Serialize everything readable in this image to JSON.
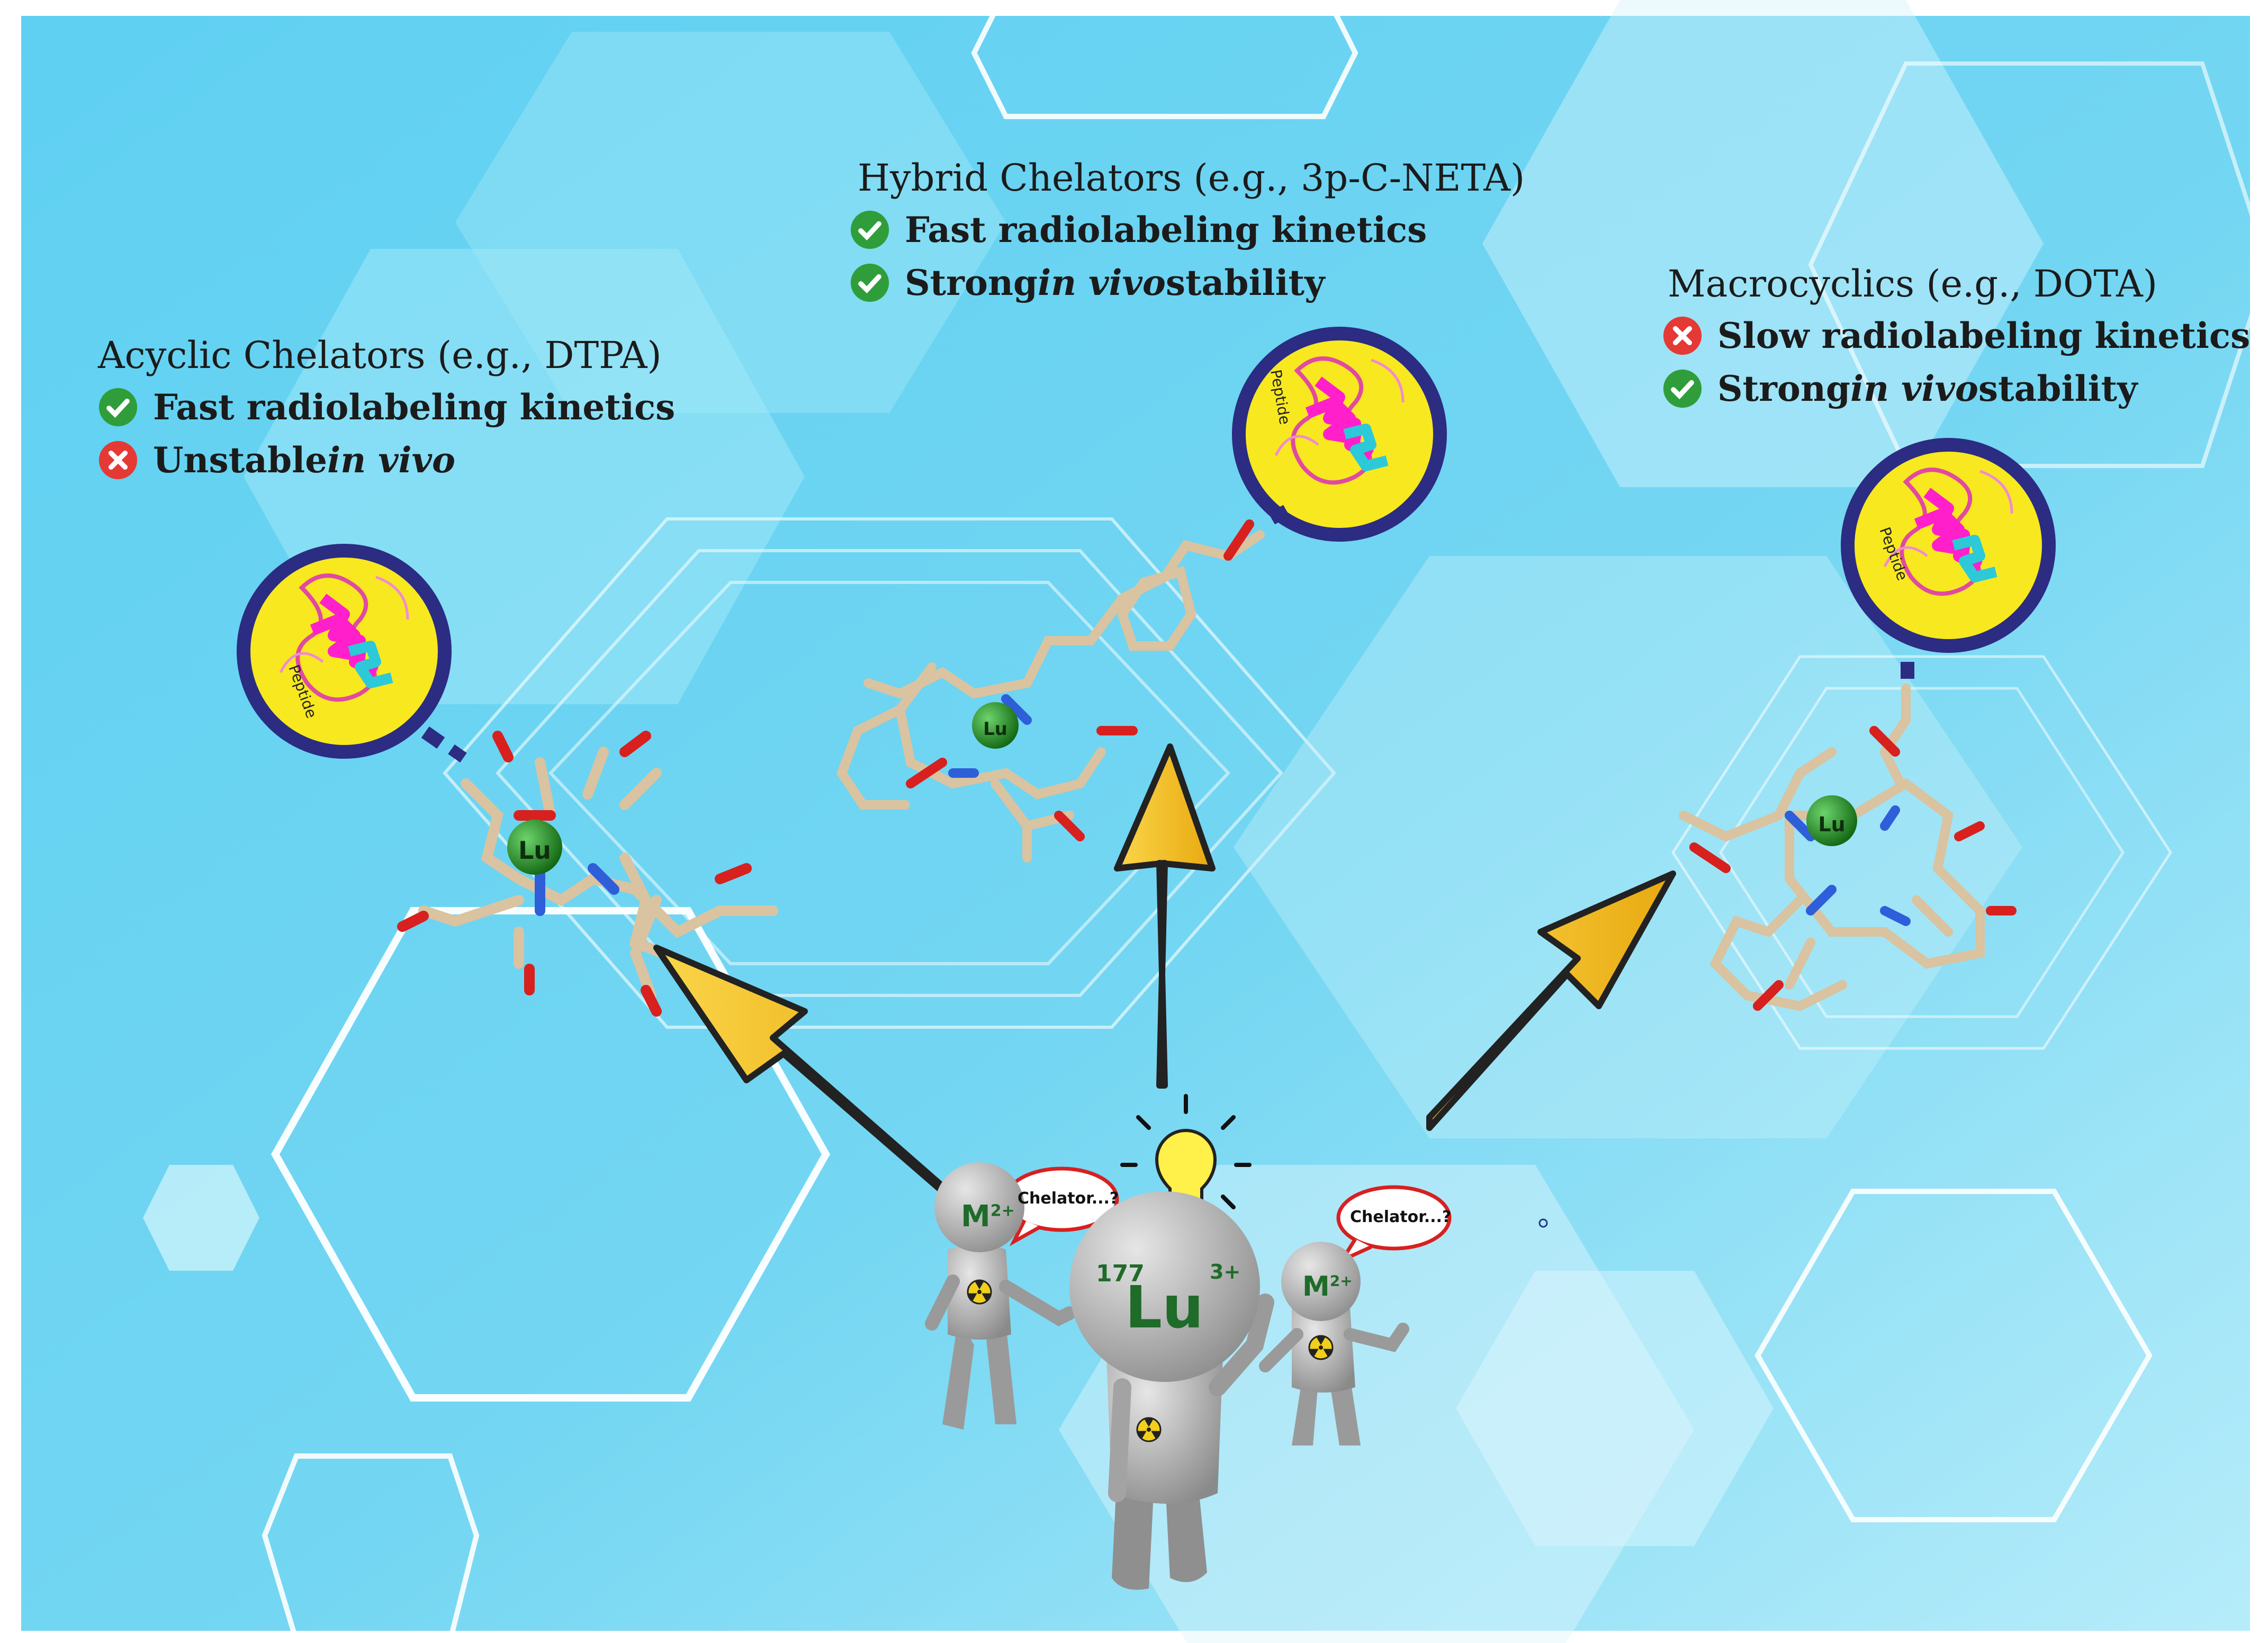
{
  "groups": {
    "acyclic": {
      "title": "Acyclic Chelators (e.g., DTPA)",
      "items": [
        {
          "status": "check",
          "text": "Fast radiolabeling kinetics"
        },
        {
          "status": "cross",
          "text_plain": "Unstable ",
          "text_italic": "in vivo"
        }
      ]
    },
    "hybrid": {
      "title": "Hybrid Chelators (e.g., 3p-C-NETA)",
      "items": [
        {
          "status": "check",
          "text": "Fast radiolabeling kinetics"
        },
        {
          "status": "check",
          "text_plain": "Strong ",
          "text_italic": "in vivo",
          "text_after": " stability"
        }
      ]
    },
    "macrocyclic": {
      "title": "Macrocyclics (e.g., DOTA)",
      "items": [
        {
          "status": "cross",
          "text": "Slow radiolabeling kinetics"
        },
        {
          "status": "check",
          "text_plain": "Strong ",
          "text_italic": "in vivo",
          "text_after": " stability"
        }
      ]
    }
  },
  "peptide_label": "Peptide",
  "lu_label": "Lu",
  "lu_mass": "177",
  "lu_charge": "3+",
  "metal_label": "M",
  "metal_charge": "2+",
  "speech": {
    "left": "Chelator...?",
    "right": "Chelator...?"
  },
  "colors": {
    "background": "#5fd0f0",
    "arrow": "#f6c22a",
    "peptide_circle": "#f8e81f",
    "peptide_ring": "#2b2c82",
    "check": "#2f9e3a",
    "cross": "#e53935",
    "lutetium": "#1f8a1f",
    "carbon": "#d9c3a0",
    "oxygen": "#d8201e",
    "nitrogen": "#2e5fd8"
  },
  "icons": [
    "check-icon",
    "cross-icon",
    "lightbulb-icon",
    "radiation-icon",
    "speech-bubble-icon"
  ]
}
